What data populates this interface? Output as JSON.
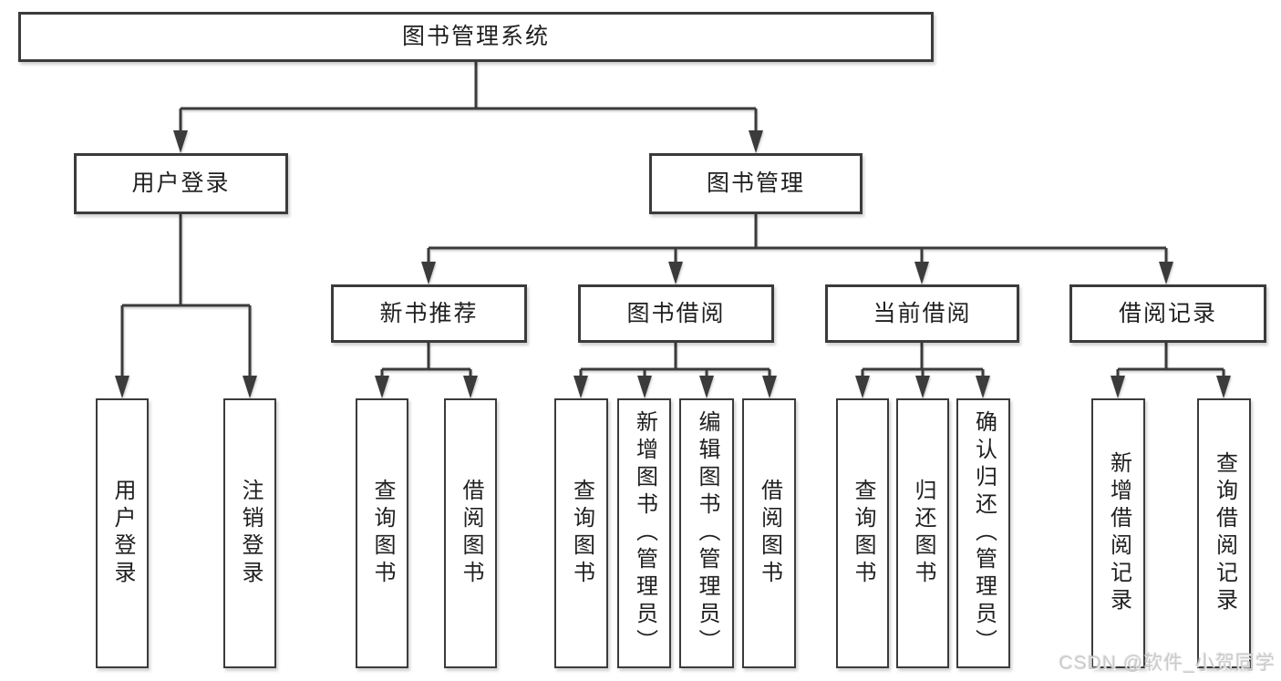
{
  "diagram": {
    "tree": {
      "label": "图书管理系统",
      "children": [
        {
          "label": "用户登录",
          "children": [
            {
              "label": "用户登录"
            },
            {
              "label": "注销登录"
            }
          ]
        },
        {
          "label": "图书管理",
          "children": [
            {
              "label": "新书推荐",
              "children": [
                {
                  "label": "查询图书"
                },
                {
                  "label": "借阅图书"
                }
              ]
            },
            {
              "label": "图书借阅",
              "children": [
                {
                  "label": "查询图书"
                },
                {
                  "label": "新增图书（管理员）"
                },
                {
                  "label": "编辑图书（管理员）"
                },
                {
                  "label": "借阅图书"
                }
              ]
            },
            {
              "label": "当前借阅",
              "children": [
                {
                  "label": "查询图书"
                },
                {
                  "label": "归还图书"
                },
                {
                  "label": "确认归还（管理员）"
                }
              ]
            },
            {
              "label": "借阅记录",
              "children": [
                {
                  "label": "新增借阅记录"
                },
                {
                  "label": "查询借阅记录"
                }
              ]
            }
          ]
        }
      ]
    },
    "colors": {
      "line": "#3b3b3b",
      "box_border": "#3b3b3b",
      "box_fill": "#ffffff",
      "text": "#1f1f1f",
      "watermark": "#cbcbcb"
    }
  },
  "watermark": {
    "text": "CSDN @软件_小贺同学"
  }
}
